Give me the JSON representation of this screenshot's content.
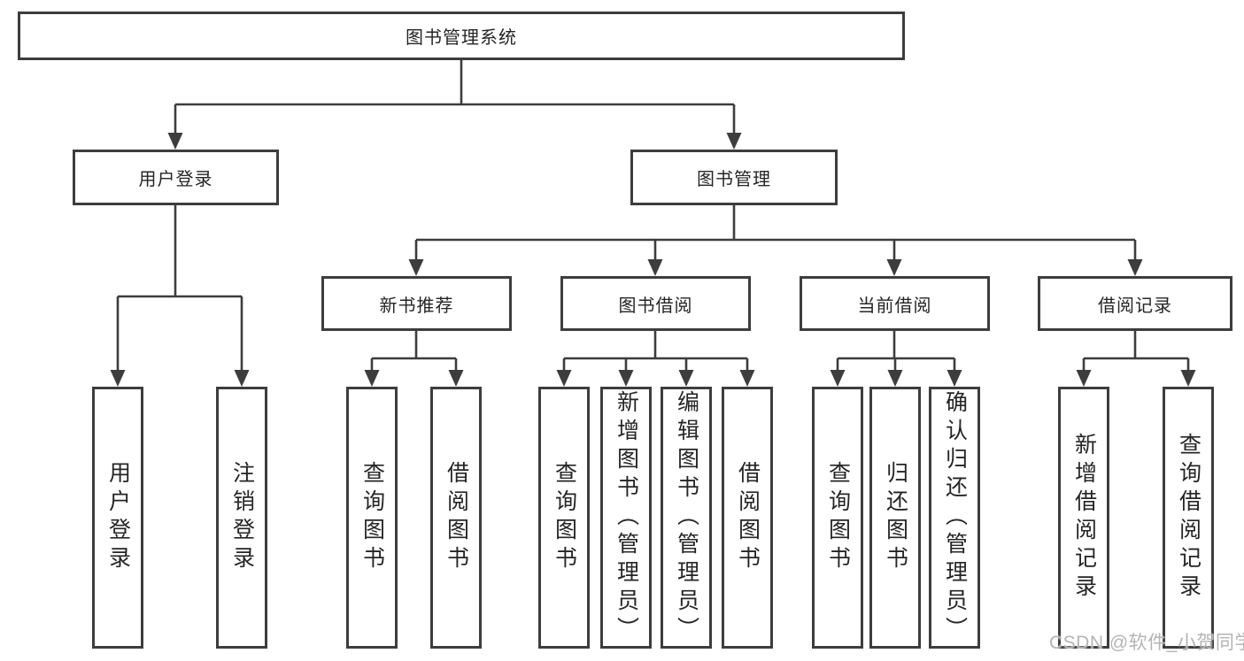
{
  "diagram": {
    "type": "hierarchy-tree",
    "colors": {
      "line": "#3d3d3d",
      "box_border": "#3d3d3d",
      "text": "#252525",
      "watermark": "#b4b4b4",
      "background": "#ffffff"
    },
    "nodes": {
      "root": {
        "label": "图书管理系统"
      },
      "level2": [
        {
          "id": "user-login",
          "label": "用户登录",
          "parent": "root"
        },
        {
          "id": "book-management",
          "label": "图书管理",
          "parent": "root"
        }
      ],
      "level3": [
        {
          "id": "new-book-recommend",
          "label": "新书推荐",
          "parent": "book-management"
        },
        {
          "id": "book-borrowing",
          "label": "图书借阅",
          "parent": "book-management"
        },
        {
          "id": "current-borrowing",
          "label": "当前借阅",
          "parent": "book-management"
        },
        {
          "id": "borrowing-records",
          "label": "借阅记录",
          "parent": "book-management"
        }
      ],
      "leaves": [
        {
          "label": "用户登录",
          "parent": "user-login"
        },
        {
          "label": "注销登录",
          "parent": "user-login"
        },
        {
          "label": "查询图书",
          "parent": "new-book-recommend"
        },
        {
          "label": "借阅图书",
          "parent": "new-book-recommend"
        },
        {
          "label": "查询图书",
          "parent": "book-borrowing"
        },
        {
          "label": "新增图书（管理员）",
          "parent": "book-borrowing"
        },
        {
          "label": "编辑图书（管理员）",
          "parent": "book-borrowing"
        },
        {
          "label": "借阅图书",
          "parent": "book-borrowing"
        },
        {
          "label": "查询图书",
          "parent": "current-borrowing"
        },
        {
          "label": "归还图书",
          "parent": "current-borrowing"
        },
        {
          "label": "确认归还（管理员）",
          "parent": "current-borrowing"
        },
        {
          "label": "新增借阅记录",
          "parent": "borrowing-records"
        },
        {
          "label": "查询借阅记录",
          "parent": "borrowing-records"
        }
      ]
    },
    "watermark": {
      "text": "CSDN @软件_小贺同学"
    }
  }
}
